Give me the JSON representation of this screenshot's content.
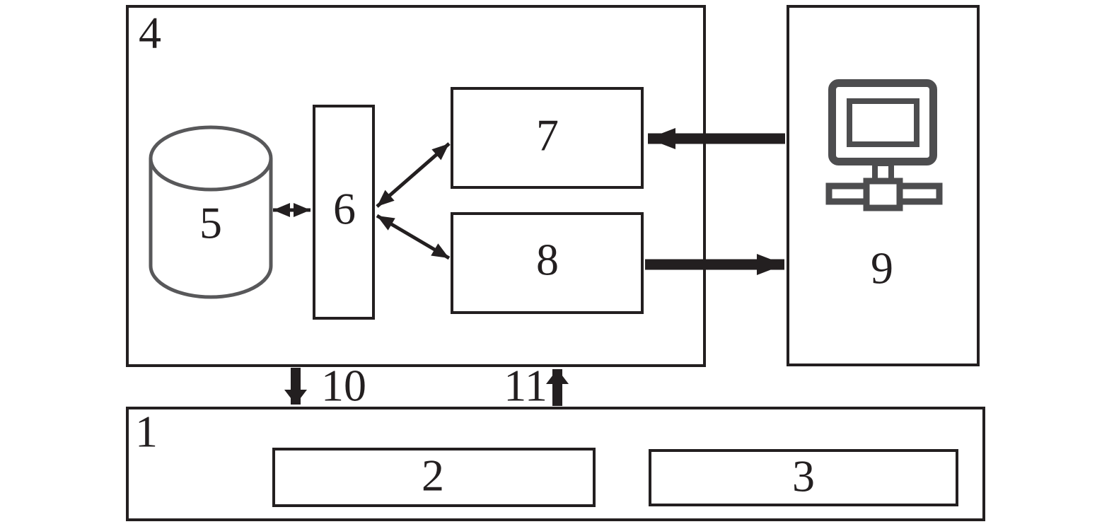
{
  "diagram_type": "numbered-block-diagram",
  "labels": {
    "n1": "1",
    "n2": "2",
    "n3": "3",
    "n4": "4",
    "n5": "5",
    "n6": "6",
    "n7": "7",
    "n8": "8",
    "n9": "9",
    "n10": "10",
    "n11": "11"
  },
  "icons": {
    "terminal": "networked-computer-icon"
  },
  "connections": [
    {
      "from": "5",
      "to": "6",
      "style": "double-headed thin arrow"
    },
    {
      "from": "6",
      "to": "7",
      "style": "double-headed thin arrow"
    },
    {
      "from": "6",
      "to": "8",
      "style": "double-headed thin arrow"
    },
    {
      "from": "9",
      "to": "7",
      "style": "thick arrow"
    },
    {
      "from": "8",
      "to": "9",
      "style": "thick arrow"
    },
    {
      "from": "4",
      "to": "1",
      "style": "thick arrow",
      "label": "10"
    },
    {
      "from": "1",
      "to": "4",
      "style": "thick arrow",
      "label": "11"
    }
  ],
  "colors": {
    "line": "#231f20",
    "text": "#231f20",
    "cylinder_stroke": "#58585a",
    "icon_stroke": "#4d4d4f",
    "background": "#ffffff"
  }
}
